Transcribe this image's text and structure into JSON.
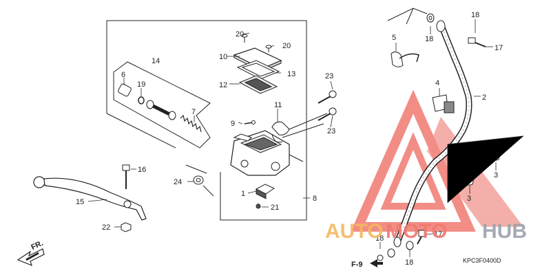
{
  "diagram": {
    "part_labels": {
      "p1": "1",
      "p2": "2",
      "p3a": "3",
      "p3b": "3",
      "p4": "4",
      "p5": "5",
      "p6": "6",
      "p7": "7",
      "p8": "8",
      "p9": "9",
      "p10": "10",
      "p11": "11",
      "p12": "12",
      "p13": "13",
      "p14": "14",
      "p15": "15",
      "p16": "16",
      "p17a": "17",
      "p17b": "17",
      "p18a": "18",
      "p18b": "18",
      "p18c": "18",
      "p18d": "18",
      "p19": "19",
      "p20a": "20",
      "p20b": "20",
      "p21": "21",
      "p22": "22",
      "p23a": "23",
      "p23b": "23",
      "p24": "24"
    },
    "direction_label": "FR.",
    "reference_label": "F-9",
    "diagram_code": "KPC3F0400D"
  },
  "watermark": {
    "text_auto": "AUTO",
    "text_moto": "MOTO",
    "text_hub": "HUB",
    "color_primary": "#f07a72",
    "color_secondary": "#f4b860",
    "color_hub": "#9aa3ad"
  }
}
